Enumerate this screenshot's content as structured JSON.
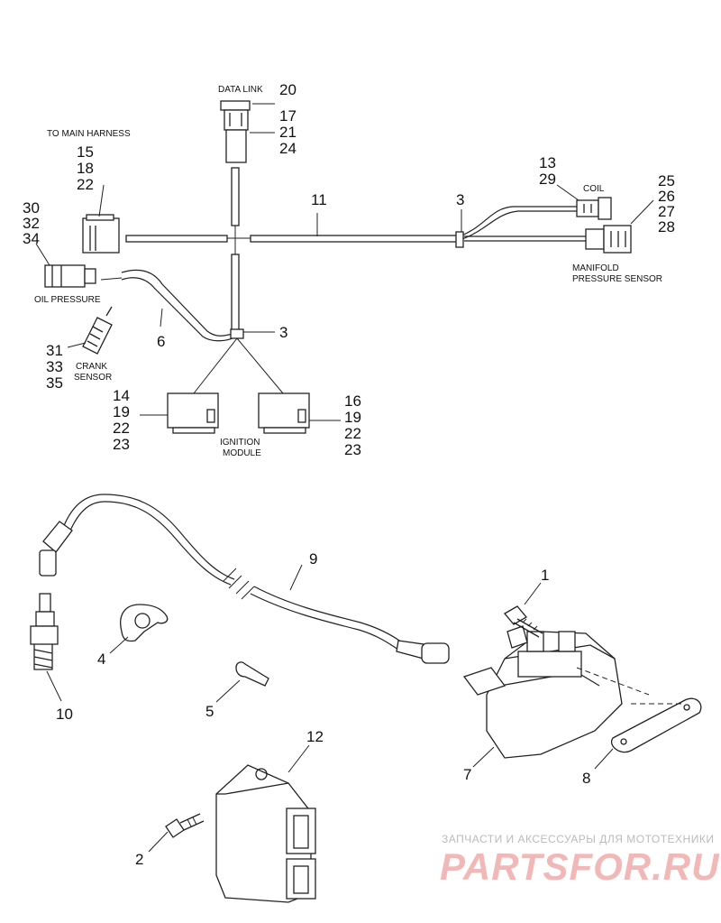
{
  "labels": {
    "data_link": "DATA LINK",
    "to_main_harness": "TO MAIN HARNESS",
    "oil_pressure": "OIL PRESSURE",
    "crank_sensor_1": "CRANK",
    "crank_sensor_2": "SENSOR",
    "coil": "COIL",
    "manifold_1": "MANIFOLD",
    "manifold_2": "PRESSURE SENSOR",
    "ignition_1": "IGNITION",
    "ignition_2": "MODULE"
  },
  "callouts": {
    "c20": "20",
    "c17": "17",
    "c21": "21",
    "c24": "24",
    "c15": "15",
    "c18": "18",
    "c22a": "22",
    "c30": "30",
    "c32": "32",
    "c34": "34",
    "c11": "11",
    "c3a": "3",
    "c3b": "3",
    "c13": "13",
    "c29": "29",
    "c25": "25",
    "c26": "26",
    "c27": "27",
    "c28": "28",
    "c6": "6",
    "c31": "31",
    "c33": "33",
    "c35": "35",
    "c14": "14",
    "c19a": "19",
    "c22b": "22",
    "c23a": "23",
    "c16": "16",
    "c19b": "19",
    "c22c": "22",
    "c23b": "23",
    "c9": "9",
    "c1": "1",
    "c4": "4",
    "c10": "10",
    "c5": "5",
    "c12": "12",
    "c7": "7",
    "c8": "8",
    "c2": "2"
  },
  "watermark": {
    "tagline": "ЗАПЧАСТИ И АКСЕССУАРЫ ДЛЯ МОТОТЕХНИКИ",
    "logo": "PARTSFOR.RU"
  }
}
